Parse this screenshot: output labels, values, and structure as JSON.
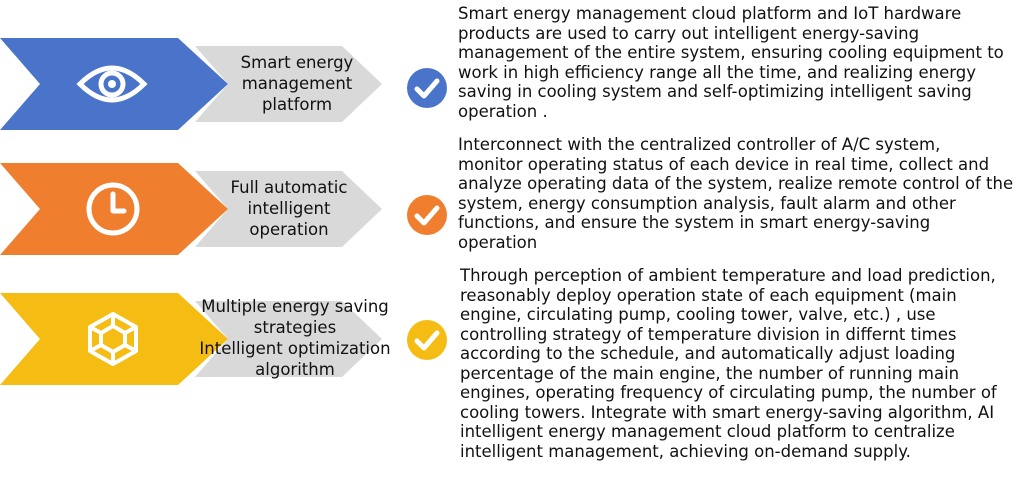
{
  "colors": {
    "blue": "#4a74c9",
    "orange": "#ef7f2f",
    "yellow": "#f5bd14",
    "gray": "#d9d9d9"
  },
  "items": [
    {
      "icon": "eye-icon",
      "label": [
        "Smart energy",
        "management",
        "platform"
      ],
      "description": [
        "Smart energy management cloud platform and IoT hardware",
        "products are used to carry out intelligent energy-saving",
        "management of the entire system, ensuring cooling equipment to",
        "work in high efficiency range all the time, and realizing energy",
        "saving in cooling system and self-optimizing intelligent saving",
        "operation ."
      ]
    },
    {
      "icon": "clock-icon",
      "label": [
        "Full automatic",
        "intelligent",
        "operation"
      ],
      "description": [
        "Interconnect with the centralized controller of A/C system,",
        "monitor operating status of each device in real time, collect and",
        "analyze operating data of the system, realize remote control of the",
        "system, energy consumption analysis, fault alarm and other",
        "functions, and ensure the system in smart energy-saving",
        "operation"
      ]
    },
    {
      "icon": "cube-icon",
      "label": [
        "Multiple energy saving",
        "strategies",
        "Intelligent optimization",
        "algorithm"
      ],
      "description": [
        "Through perception of ambient temperature and load prediction,",
        "reasonably deploy operation state of each equipment (main",
        "engine, circulating pump, cooling tower, valve, etc.) , use",
        "controlling strategy of  temperature division in differnt times",
        "according to the schedule, and automatically adjust loading",
        "percentage of the main engine, the number of running main",
        "engines, operating frequency of circulating pump, the number of",
        "cooling towers. Integrate with smart energy-saving algorithm, AI",
        "intelligent energy management cloud platform to centralize",
        "intelligent management, achieving on-demand supply."
      ]
    }
  ]
}
